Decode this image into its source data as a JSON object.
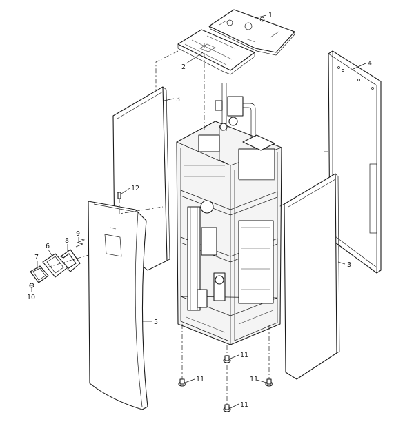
{
  "diagram": {
    "callouts": [
      {
        "id": "1",
        "part": "top-cover"
      },
      {
        "id": "2",
        "part": "top-inner-panel"
      },
      {
        "id": "3",
        "part": "side-panel"
      },
      {
        "id": "4",
        "part": "rear-panel"
      },
      {
        "id": "5",
        "part": "front-door"
      },
      {
        "id": "6",
        "part": "display-frame"
      },
      {
        "id": "7",
        "part": "display-panel"
      },
      {
        "id": "8",
        "part": "bracket"
      },
      {
        "id": "9",
        "part": "spring-clip"
      },
      {
        "id": "10",
        "part": "screw"
      },
      {
        "id": "11",
        "part": "adjustable-foot"
      },
      {
        "id": "12",
        "part": "fixing-screw"
      }
    ]
  }
}
